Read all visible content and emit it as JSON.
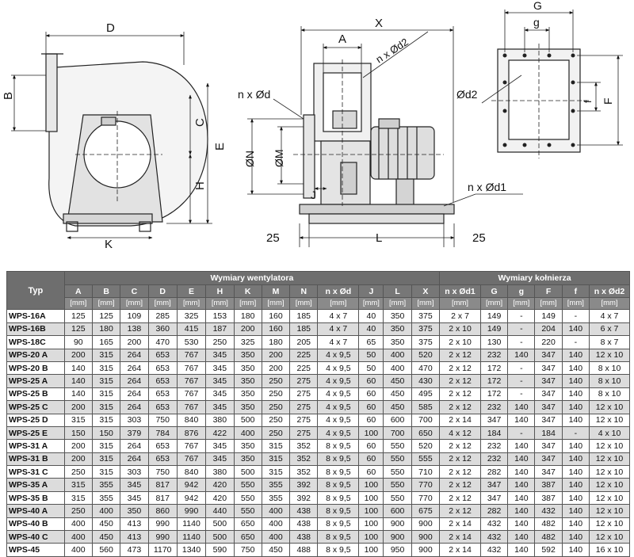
{
  "drawing": {
    "labels": {
      "D": "D",
      "B": "B",
      "C": "C",
      "E": "E",
      "H": "H",
      "K": "K",
      "X": "X",
      "A": "A",
      "nd2_top": "n x Ød2",
      "nd": "n x Ød",
      "N": "ØN",
      "M": "ØM",
      "J": "J",
      "nd1": "n x Ød1",
      "L": "L",
      "m25_left": "25",
      "m25_right": "25",
      "G": "G",
      "g": "g",
      "d2": "Ød2",
      "f": "f",
      "F": "F"
    }
  },
  "table": {
    "type_header": "Typ",
    "groups": [
      {
        "label": "Wymiary wentylatora",
        "span": 13
      },
      {
        "label": "Wymiary kołnierza",
        "span": 5
      }
    ],
    "columns": [
      "A",
      "B",
      "C",
      "D",
      "E",
      "H",
      "K",
      "M",
      "N",
      "n x Ød",
      "J",
      "L",
      "X",
      "n x Ød1",
      "G",
      "g",
      "F",
      "f",
      "n x Ød2"
    ],
    "units": [
      "[mm]",
      "[mm]",
      "[mm]",
      "[mm]",
      "[mm]",
      "[mm]",
      "[mm]",
      "[mm]",
      "[mm]",
      "[mm]",
      "[mm]",
      "[mm]",
      "[mm]",
      "[mm]",
      "[mm]",
      "[mm]",
      "[mm]",
      "[mm]",
      "[mm]"
    ],
    "rows": [
      {
        "type": "WPS-16A",
        "values": [
          "125",
          "125",
          "109",
          "285",
          "325",
          "153",
          "180",
          "160",
          "185",
          "4 x 7",
          "40",
          "350",
          "375",
          "2 x 7",
          "149",
          "-",
          "149",
          "-",
          "4 x 7"
        ]
      },
      {
        "type": "WPS-16B",
        "values": [
          "125",
          "180",
          "138",
          "360",
          "415",
          "187",
          "200",
          "160",
          "185",
          "4 x 7",
          "40",
          "350",
          "375",
          "2 x 10",
          "149",
          "-",
          "204",
          "140",
          "6 x 7"
        ]
      },
      {
        "type": "WPS-18C",
        "values": [
          "90",
          "165",
          "200",
          "470",
          "530",
          "250",
          "325",
          "180",
          "205",
          "4 x 7",
          "65",
          "350",
          "375",
          "2 x 10",
          "130",
          "-",
          "220",
          "-",
          "8 x 7"
        ]
      },
      {
        "type": "WPS-20 A",
        "values": [
          "200",
          "315",
          "264",
          "653",
          "767",
          "345",
          "350",
          "200",
          "225",
          "4 x 9,5",
          "50",
          "400",
          "520",
          "2 x 12",
          "232",
          "140",
          "347",
          "140",
          "12 x 10"
        ]
      },
      {
        "type": "WPS-20 B",
        "values": [
          "140",
          "315",
          "264",
          "653",
          "767",
          "345",
          "350",
          "200",
          "225",
          "4 x 9,5",
          "50",
          "400",
          "470",
          "2 x 12",
          "172",
          "-",
          "347",
          "140",
          "8 x 10"
        ]
      },
      {
        "type": "WPS-25 A",
        "values": [
          "140",
          "315",
          "264",
          "653",
          "767",
          "345",
          "350",
          "250",
          "275",
          "4 x 9,5",
          "60",
          "450",
          "430",
          "2 x 12",
          "172",
          "-",
          "347",
          "140",
          "8 x 10"
        ]
      },
      {
        "type": "WPS-25 B",
        "values": [
          "140",
          "315",
          "264",
          "653",
          "767",
          "345",
          "350",
          "250",
          "275",
          "4 x 9,5",
          "60",
          "450",
          "495",
          "2 x 12",
          "172",
          "-",
          "347",
          "140",
          "8 x 10"
        ]
      },
      {
        "type": "WPS-25 C",
        "values": [
          "200",
          "315",
          "264",
          "653",
          "767",
          "345",
          "350",
          "250",
          "275",
          "4 x 9,5",
          "60",
          "450",
          "585",
          "2 x 12",
          "232",
          "140",
          "347",
          "140",
          "12 x 10"
        ]
      },
      {
        "type": "WPS-25 D",
        "values": [
          "315",
          "315",
          "303",
          "750",
          "840",
          "380",
          "500",
          "250",
          "275",
          "4 x 9,5",
          "60",
          "600",
          "700",
          "2 x 14",
          "347",
          "140",
          "347",
          "140",
          "12 x 10"
        ]
      },
      {
        "type": "WPS-25 E",
        "values": [
          "150",
          "150",
          "379",
          "784",
          "876",
          "422",
          "400",
          "250",
          "275",
          "4 x 9,5",
          "100",
          "700",
          "650",
          "4 x 12",
          "184",
          "-",
          "184",
          "-",
          "4 x 10"
        ]
      },
      {
        "type": "WPS-31 A",
        "values": [
          "200",
          "315",
          "264",
          "653",
          "767",
          "345",
          "350",
          "315",
          "352",
          "8 x 9,5",
          "60",
          "550",
          "520",
          "2 x 12",
          "232",
          "140",
          "347",
          "140",
          "12 x 10"
        ]
      },
      {
        "type": "WPS-31 B",
        "values": [
          "200",
          "315",
          "264",
          "653",
          "767",
          "345",
          "350",
          "315",
          "352",
          "8 x 9,5",
          "60",
          "550",
          "555",
          "2 x 12",
          "232",
          "140",
          "347",
          "140",
          "12 x 10"
        ]
      },
      {
        "type": "WPS-31 C",
        "values": [
          "250",
          "315",
          "303",
          "750",
          "840",
          "380",
          "500",
          "315",
          "352",
          "8 x 9,5",
          "60",
          "550",
          "710",
          "2 x 12",
          "282",
          "140",
          "347",
          "140",
          "12 x 10"
        ]
      },
      {
        "type": "WPS-35 A",
        "values": [
          "315",
          "355",
          "345",
          "817",
          "942",
          "420",
          "550",
          "355",
          "392",
          "8 x 9,5",
          "100",
          "550",
          "770",
          "2 x 12",
          "347",
          "140",
          "387",
          "140",
          "12 x 10"
        ]
      },
      {
        "type": "WPS-35 B",
        "values": [
          "315",
          "355",
          "345",
          "817",
          "942",
          "420",
          "550",
          "355",
          "392",
          "8 x 9,5",
          "100",
          "550",
          "770",
          "2 x 12",
          "347",
          "140",
          "387",
          "140",
          "12 x 10"
        ]
      },
      {
        "type": "WPS-40 A",
        "values": [
          "250",
          "400",
          "350",
          "860",
          "990",
          "440",
          "550",
          "400",
          "438",
          "8 x 9,5",
          "100",
          "600",
          "675",
          "2 x 12",
          "282",
          "140",
          "432",
          "140",
          "12 x 10"
        ]
      },
      {
        "type": "WPS-40 B",
        "values": [
          "400",
          "450",
          "413",
          "990",
          "1140",
          "500",
          "650",
          "400",
          "438",
          "8 x 9,5",
          "100",
          "900",
          "900",
          "2 x 14",
          "432",
          "140",
          "482",
          "140",
          "12 x 10"
        ]
      },
      {
        "type": "WPS-40 C",
        "values": [
          "400",
          "450",
          "413",
          "990",
          "1140",
          "500",
          "650",
          "400",
          "438",
          "8 x 9,5",
          "100",
          "900",
          "900",
          "2 x 14",
          "432",
          "140",
          "482",
          "140",
          "12 x 10"
        ]
      },
      {
        "type": "WPS-45",
        "values": [
          "400",
          "560",
          "473",
          "1170",
          "1340",
          "590",
          "750",
          "450",
          "488",
          "8 x 9,5",
          "100",
          "950",
          "900",
          "2 x 14",
          "432",
          "140",
          "592",
          "140",
          "16 x 10"
        ]
      }
    ]
  }
}
